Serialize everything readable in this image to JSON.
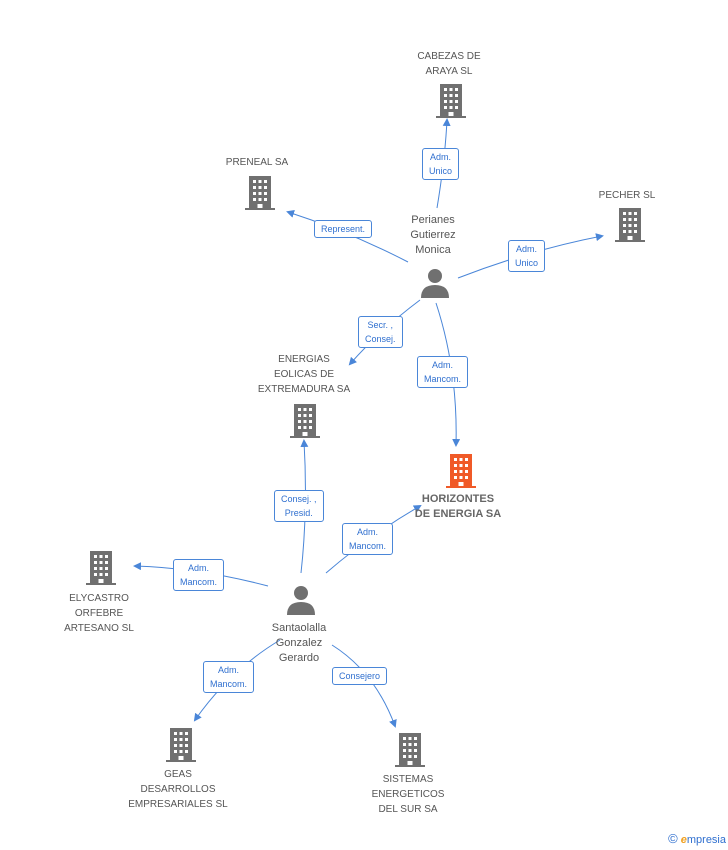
{
  "companies": {
    "cabezas": [
      "CABEZAS DE",
      "ARAYA  SL"
    ],
    "preneal": [
      "PRENEAL SA"
    ],
    "pecher": [
      "PECHER SL"
    ],
    "energias": [
      "ENERGIAS",
      "EOLICAS DE",
      "EXTREMADURA SA"
    ],
    "horizontes": [
      "HORIZONTES",
      "DE ENERGIA SA"
    ],
    "elycastro": [
      "ELYCASTRO",
      "ORFEBRE",
      "ARTESANO SL"
    ],
    "geas": [
      "GEAS",
      "DESARROLLOS",
      "EMPRESARIALES SL"
    ],
    "sistemas": [
      "SISTEMAS",
      "ENERGETICOS",
      "DEL SUR SA"
    ]
  },
  "persons": {
    "perianes": [
      "Perianes",
      "Gutierrez",
      "Monica"
    ],
    "santaolalla": [
      "Santaolalla",
      "Gonzalez",
      "Gerardo"
    ]
  },
  "relations": {
    "adm_unico_cabezas": [
      "Adm.",
      "Unico"
    ],
    "represent_preneal": [
      "Represent."
    ],
    "adm_unico_pecher": [
      "Adm.",
      "Unico"
    ],
    "secr_consej_energias": [
      "Secr. ,",
      "Consej."
    ],
    "adm_mancom_horizontes_p": [
      "Adm.",
      "Mancom."
    ],
    "consej_presid_energias": [
      "Consej. ,",
      "Presid."
    ],
    "adm_mancom_horizontes_s": [
      "Adm.",
      "Mancom."
    ],
    "adm_mancom_elycastro": [
      "Adm.",
      "Mancom."
    ],
    "adm_mancom_geas": [
      "Adm.",
      "Mancom."
    ],
    "consejero_sistemas": [
      "Consejero"
    ]
  },
  "footer": {
    "copyright": "©",
    "brand_first": "e",
    "brand_rest": "mpresia"
  },
  "colors": {
    "edge": "#4a86d8",
    "building": "#707070",
    "main_building": "#f05a28",
    "person": "#707070"
  }
}
